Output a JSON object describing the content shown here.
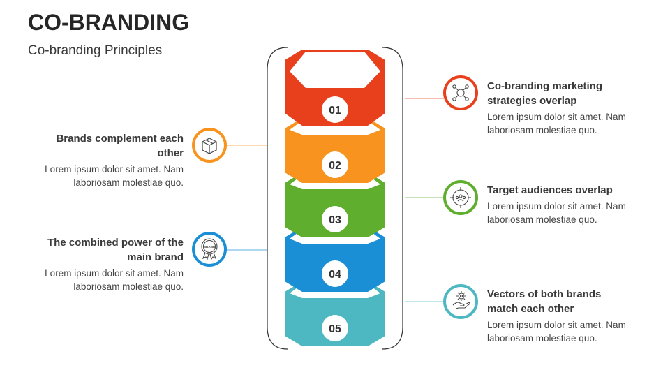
{
  "header": {
    "title": "CO-BRANDING",
    "subtitle": "Co-branding Principles"
  },
  "steps": [
    {
      "number": "01",
      "color": "#e8401c"
    },
    {
      "number": "02",
      "color": "#f7931e"
    },
    {
      "number": "03",
      "color": "#5fae2e"
    },
    {
      "number": "04",
      "color": "#1b8fd6"
    },
    {
      "number": "05",
      "color": "#4db8c2"
    }
  ],
  "items": {
    "item1": {
      "title": "Co-branding marketing strategies overlap",
      "description": "Lorem ipsum dolor sit amet. Nam laboriosam molestiae quo.",
      "icon": "network-people-icon",
      "color": "#e8401c"
    },
    "item2": {
      "title": "Brands complement each other",
      "description": "Lorem ipsum dolor sit amet. Nam laboriosam molestiae quo.",
      "icon": "box-icon",
      "color": "#f7931e"
    },
    "item3": {
      "title": "Target audiences overlap",
      "description": "Lorem ipsum dolor sit amet. Nam laboriosam molestiae quo.",
      "icon": "target-audience-icon",
      "color": "#5fae2e"
    },
    "item4": {
      "title": "The combined power of the main brand",
      "description": "Lorem ipsum dolor sit amet. Nam laboriosam molestiae quo.",
      "icon": "brand-badge-icon",
      "color": "#1b8fd6",
      "badge_text": "BRAND"
    },
    "item5": {
      "title": "Vectors of both brands match each other",
      "description": "Lorem ipsum dolor sit amet. Nam laboriosam molestiae quo.",
      "icon": "hand-gear-icon",
      "color": "#4db8c2"
    }
  }
}
